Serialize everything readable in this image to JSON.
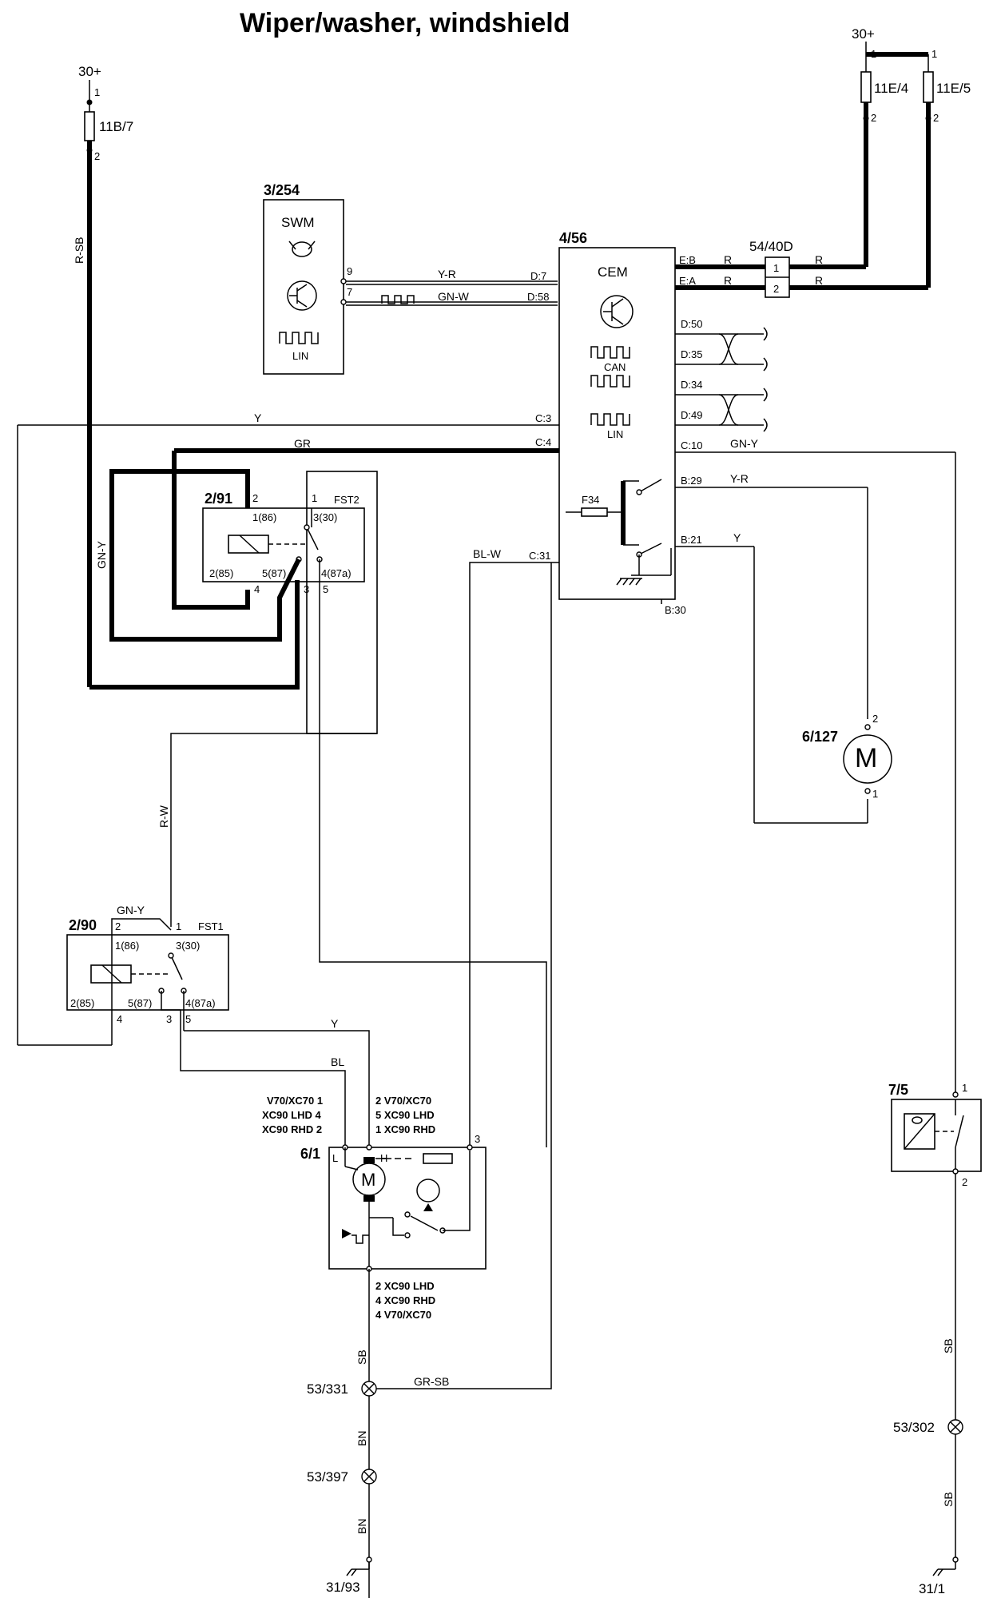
{
  "title": "Wiper/washer, windshield",
  "supplies": {
    "left": "30+",
    "right": "30+"
  },
  "fuses": {
    "f11b7": "11B/7",
    "f11e4": "11E/4",
    "f11e5": "11E/5",
    "f34": "F34"
  },
  "pins": {
    "p1": "1",
    "p2": "2",
    "p3": "3",
    "p4": "4",
    "p5": "5",
    "p7": "7",
    "p9": "9"
  },
  "components": {
    "swm": {
      "id": "3/254",
      "name": "SWM",
      "bus": "LIN"
    },
    "cem": {
      "id": "4/56",
      "name": "CEM",
      "can": "CAN",
      "lin": "LIN"
    },
    "connector": "54/40D",
    "relay_fst2": {
      "id": "2/91",
      "name": "FST2"
    },
    "relay_fst1": {
      "id": "2/90",
      "name": "FST1"
    },
    "washer_pump": "6/127",
    "wiper_motor": {
      "id": "6/1",
      "l": "L",
      "h": "H",
      "m": "M"
    },
    "hood_switch": "7/5"
  },
  "cem_pins": {
    "d7": "D:7",
    "d58": "D:58",
    "c3": "C:3",
    "c4": "C:4",
    "c10": "C:10",
    "c31": "C:31",
    "eb": "E:B",
    "ea": "E:A",
    "d50": "D:50",
    "d35": "D:35",
    "d34": "D:34",
    "d49": "D:49",
    "b29": "B:29",
    "b21": "B:21",
    "b30": "B:30"
  },
  "relay_pins": {
    "p86": "1(86)",
    "p30": "3(30)",
    "p85": "2(85)",
    "p87": "5(87)",
    "p87a": "4(87a)"
  },
  "wires": {
    "r_sb": "R-SB",
    "y_r": "Y-R",
    "gn_w": "GN-W",
    "r": "R",
    "y": "Y",
    "gr": "GR",
    "gn_y": "GN-Y",
    "bl_w": "BL-W",
    "r_w": "R-W",
    "bl": "BL",
    "sb": "SB",
    "gr_sb": "GR-SB",
    "bn": "BN"
  },
  "motor_variants": {
    "left1": "V70/XC70 1",
    "left2": "XC90 LHD 4",
    "left3": "XC90 RHD 2",
    "right1": "2 V70/XC70",
    "right2": "5 XC90 LHD",
    "right3": "1 XC90 RHD",
    "bot1": "2 XC90 LHD",
    "bot2": "4 XC90 RHD",
    "bot3": "4 V70/XC70"
  },
  "ground_points": {
    "g53_331": "53/331",
    "g53_397": "53/397",
    "g53_302": "53/302",
    "g31_93": "31/93",
    "g31_1": "31/1"
  }
}
